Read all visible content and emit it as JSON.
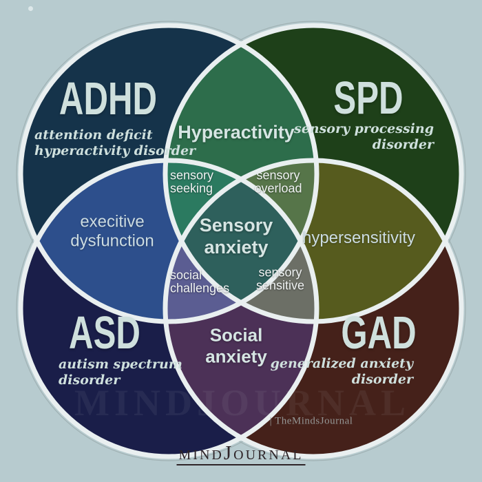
{
  "background_color": "#b7cbcf",
  "stroke_color": "#e9eff0",
  "outer_hairline_color": "#8a9899",
  "circles": {
    "adhd": {
      "acronym": "ADHD",
      "subtitle": [
        "attention deficit",
        "hyperactivity disorder"
      ],
      "color": "#15334a"
    },
    "spd": {
      "acronym": "SPD",
      "subtitle": [
        "sensory processing",
        "disorder"
      ],
      "color": "#1e4019"
    },
    "asd": {
      "acronym": "ASD",
      "subtitle": [
        "autism spectrum",
        "disorder"
      ],
      "color": "#1a1e49"
    },
    "gad": {
      "acronym": "GAD",
      "subtitle": [
        "generalized anxiety",
        "disorder"
      ],
      "color": "#45211a"
    }
  },
  "overlaps": {
    "hyperactivity": {
      "label": "Hyperactivity",
      "color": "#2d6d4b"
    },
    "executive_dysfunction": {
      "line1": "execitive",
      "line2": "dysfunction",
      "color": "#2d4f8c"
    },
    "hypersensitivity": {
      "label": "hypersensitivity",
      "color": "#565b1e"
    },
    "social_anxiety": {
      "line1": "Social",
      "line2": "anxiety",
      "color": "#4c3157"
    },
    "sensory_seeking": {
      "line1": "sensory",
      "line2": "seeking",
      "color": "#2b7a60"
    },
    "sensory_overload": {
      "line1": "sensory",
      "line2": "overload",
      "color": "#567549"
    },
    "social_challenges": {
      "line1": "social",
      "line2": "challenges",
      "color": "#5b5d92"
    },
    "sensory_sensitive": {
      "line1": "sensory",
      "line2": "sensitive",
      "color": "#6c6f66"
    },
    "sensory_anxiety": {
      "line1": "Sensory",
      "line2": "anxiety",
      "color": "#2e605c"
    }
  },
  "watermarks": {
    "large_text": "MINDJOURNAL",
    "credit": "| TheMindsJournal",
    "logo_mind": "MIND",
    "logo_j": "J",
    "logo_ournal": "OURNAL"
  }
}
